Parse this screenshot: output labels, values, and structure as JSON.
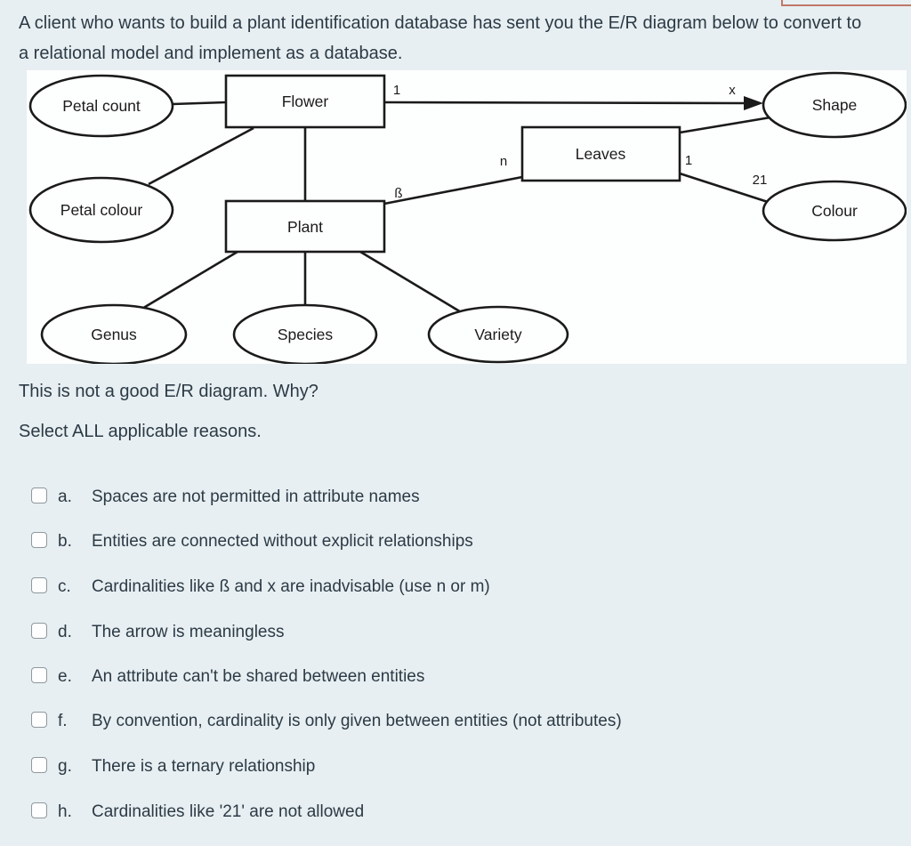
{
  "page": {
    "background_color": "#e7eff2",
    "text_color": "#2c3a45",
    "partial_box_border_color": "#c0786a"
  },
  "header": {
    "intro": "A client who wants to build a plant identification database has sent you the E/R diagram below to convert to a relational model and implement as a database."
  },
  "diagram": {
    "entities": {
      "flower": "Flower",
      "plant": "Plant",
      "leaves": "Leaves"
    },
    "attributes": {
      "petal_count": "Petal count",
      "petal_colour": "Petal colour",
      "shape": "Shape",
      "colour": "Colour",
      "genus": "Genus",
      "species": "Species",
      "variety": "Variety"
    },
    "cardinalities": {
      "flower_shape_near": "1",
      "flower_shape_far": "x",
      "plant_leaves_near": "ß",
      "plant_leaves_far": "n",
      "leaves_colour_near": "1",
      "leaves_colour_far": "21"
    }
  },
  "question": {
    "prompt": "This is not a good E/R diagram. Why?",
    "instruction": "Select ALL applicable reasons."
  },
  "options": {
    "items": [
      {
        "letter": "a.",
        "text": "Spaces are not permitted in attribute names",
        "checked": false
      },
      {
        "letter": "b.",
        "text": "Entities are connected without explicit relationships",
        "checked": false
      },
      {
        "letter": "c.",
        "text": "Cardinalities like ß and x are inadvisable (use n or m)",
        "checked": false
      },
      {
        "letter": "d.",
        "text": "The arrow is meaningless",
        "checked": false
      },
      {
        "letter": "e.",
        "text": "An attribute can't be shared between entities",
        "checked": false
      },
      {
        "letter": "f.",
        "text": "By convention, cardinality is only given between entities (not attributes)",
        "checked": false
      },
      {
        "letter": "g.",
        "text": "There is a ternary relationship",
        "checked": false
      },
      {
        "letter": "h.",
        "text": "Cardinalities like '21' are not allowed",
        "checked": false
      }
    ]
  }
}
